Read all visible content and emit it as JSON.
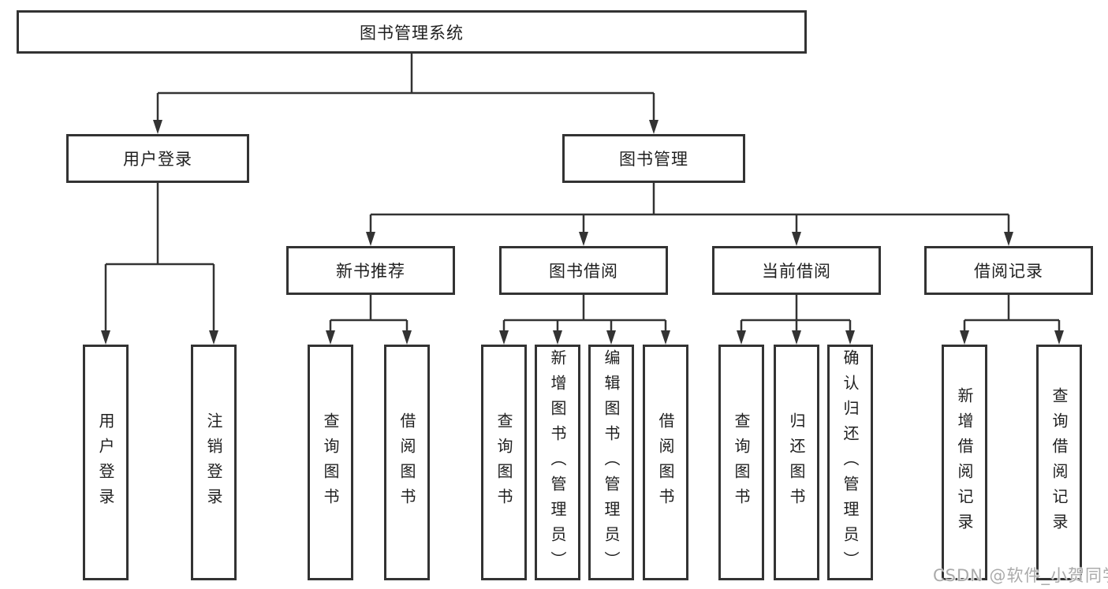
{
  "diagram": {
    "root": {
      "label": "图书管理系统"
    },
    "branches": [
      {
        "label": "用户登录",
        "children": [
          {
            "label": "用户登录"
          },
          {
            "label": "注销登录"
          }
        ]
      },
      {
        "label": "图书管理",
        "children": [
          {
            "label": "新书推荐",
            "children": [
              {
                "label": "查询图书"
              },
              {
                "label": "借阅图书"
              }
            ]
          },
          {
            "label": "图书借阅",
            "children": [
              {
                "label": "查询图书"
              },
              {
                "label": "新增图书（管理员）"
              },
              {
                "label": "编辑图书（管理员）"
              },
              {
                "label": "借阅图书"
              }
            ]
          },
          {
            "label": "当前借阅",
            "children": [
              {
                "label": "查询图书"
              },
              {
                "label": "归还图书"
              },
              {
                "label": "确认归还（管理员）"
              }
            ]
          },
          {
            "label": "借阅记录",
            "children": [
              {
                "label": "新增借阅记录"
              },
              {
                "label": "查询借阅记录"
              }
            ]
          }
        ]
      }
    ]
  },
  "watermark": {
    "text": "CSDN @软件_小贺同学",
    "color": "#ababab"
  },
  "colors": {
    "line": "#333333",
    "box_border": "#333333",
    "text": "#1f1f1f",
    "background": "#ffffff"
  }
}
